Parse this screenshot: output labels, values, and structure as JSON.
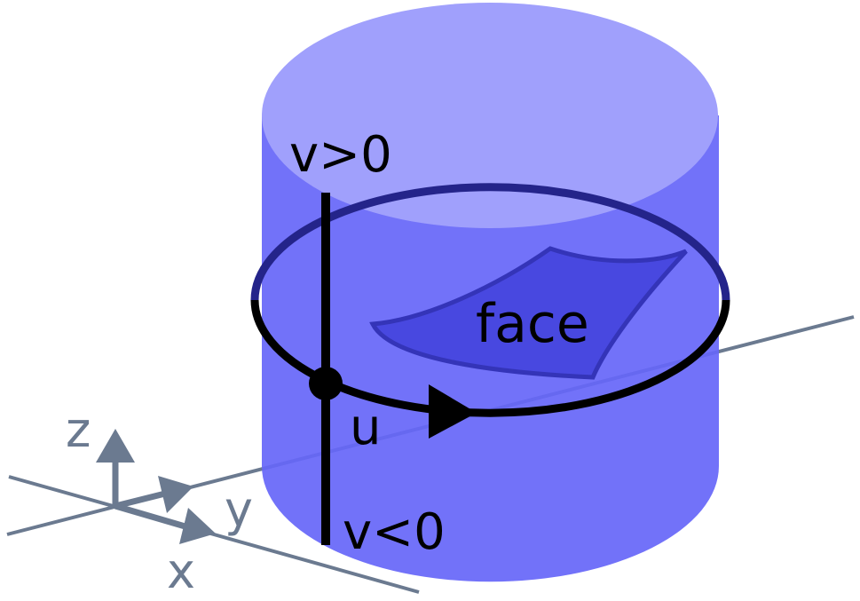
{
  "labels": {
    "v_positive": "v>0",
    "v_negative": "v<0",
    "u": "u",
    "face": "face"
  },
  "axes": {
    "x": "x",
    "y": "y",
    "z": "z"
  },
  "colors": {
    "cylinder_body": "#6666f8",
    "cylinder_top": "#a0a0fc",
    "face": "#4848e0",
    "axis": "#6b7a90",
    "curve": "#000000",
    "curve_hidden": "#24248a"
  }
}
